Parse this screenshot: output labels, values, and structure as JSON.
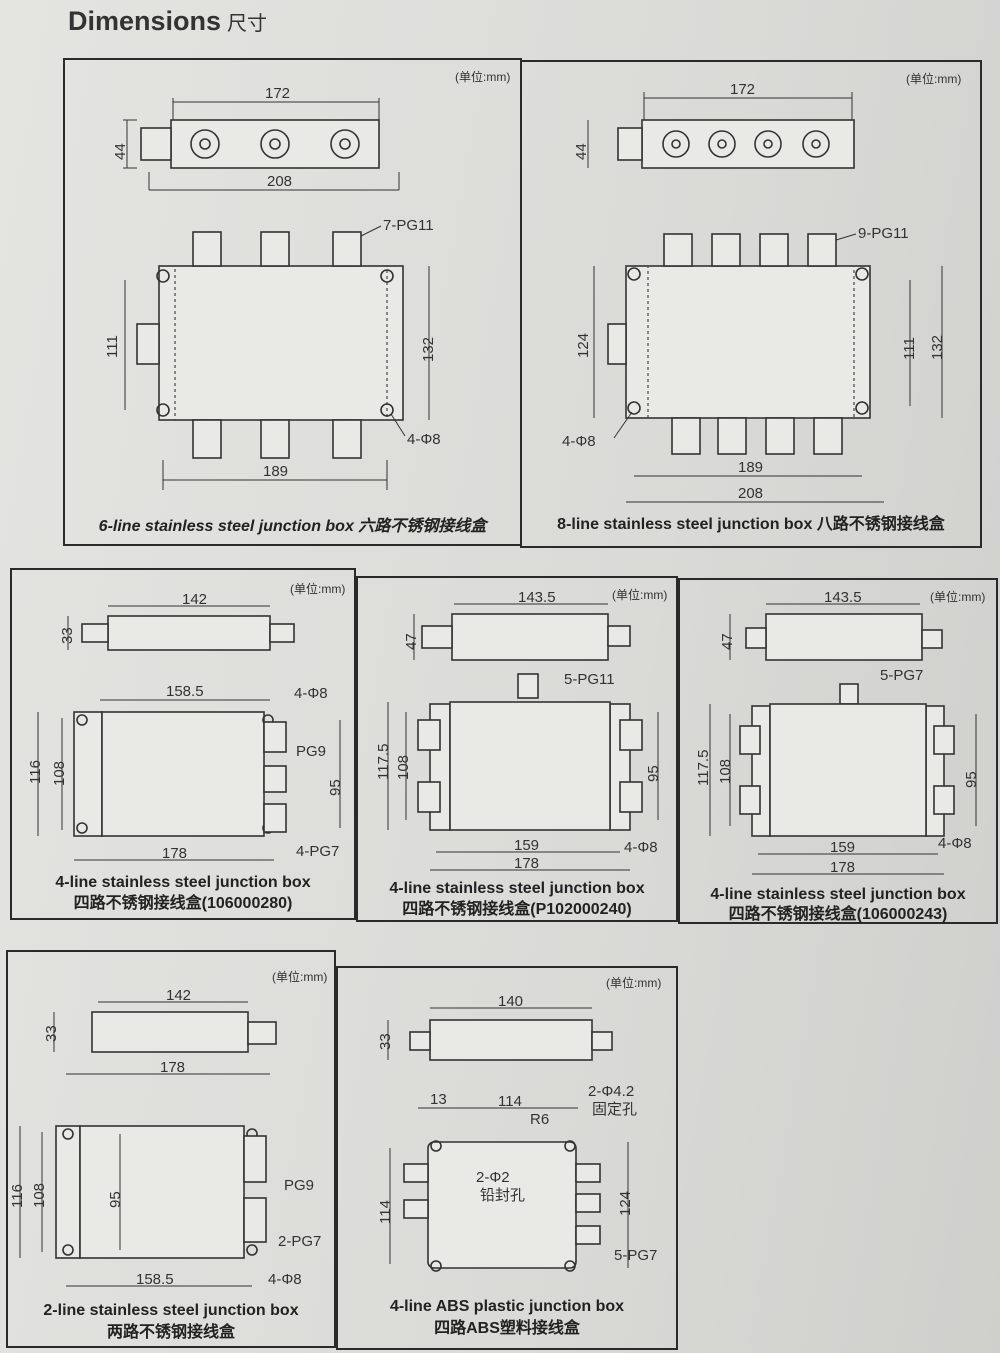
{
  "header": {
    "title": "Dimensions",
    "title_zh": "尺寸"
  },
  "unit_label": "(单位:mm)",
  "panels": {
    "six_line": {
      "caption": "6-line stainless steel junction box 六路不锈钢接线盒",
      "dims": {
        "top_length": "172",
        "total_length": "208",
        "height": "44",
        "gland": "7-PG11",
        "inner_h": "111",
        "outer_h": "132",
        "holes": "4-Φ8",
        "hole_span": "189"
      }
    },
    "eight_line": {
      "caption": "8-line stainless steel junction box 八路不锈钢接线盒",
      "dims": {
        "top_length": "172",
        "height": "44",
        "gland": "9-PG11",
        "left_h": "124",
        "inner_h": "111",
        "outer_h": "132",
        "holes": "4-Φ8",
        "hole_span": "189",
        "total_length": "208"
      }
    },
    "four_line_280": {
      "caption_en": "4-line stainless steel junction box",
      "caption_zh": "四路不锈钢接线盒(106000280)",
      "dims": {
        "top_length": "142",
        "height": "33",
        "width": "158.5",
        "holes": "4-Φ8",
        "outer_h": "116",
        "inner_h": "108",
        "gland_a": "PG9",
        "span_h": "95",
        "gland_b": "4-PG7",
        "bottom": "178"
      }
    },
    "four_line_240": {
      "caption_en": "4-line stainless steel junction box",
      "caption_zh": "四路不锈钢接线盒(P102000240)",
      "dims": {
        "top_length": "143.5",
        "height": "47",
        "gland": "5-PG11",
        "outer_h": "117.5",
        "inner_h": "108",
        "span_h": "95",
        "inner_w": "159",
        "holes": "4-Φ8",
        "bottom": "178"
      }
    },
    "four_line_243": {
      "caption_en": "4-line stainless steel junction box",
      "caption_zh": "四路不锈钢接线盒(106000243)",
      "dims": {
        "top_length": "143.5",
        "height": "47",
        "gland": "5-PG7",
        "outer_h": "117.5",
        "inner_h": "108",
        "span_h": "95",
        "inner_w": "159",
        "holes": "4-Φ8",
        "bottom": "178"
      }
    },
    "two_line": {
      "caption_en": "2-line stainless steel junction box",
      "caption_zh": "两路不锈钢接线盒",
      "dims": {
        "top_length": "142",
        "height": "33",
        "bottom": "178",
        "outer_h": "116",
        "inner_h": "108",
        "span_h": "95",
        "gland_a": "PG9",
        "gland_b": "2-PG7",
        "width": "158.5",
        "holes": "4-Φ8"
      }
    },
    "abs_plastic": {
      "caption_en": "4-line ABS plastic junction box",
      "caption_zh": "四路ABS塑料接线盒",
      "dims": {
        "top_length": "140",
        "height": "33",
        "offset": "13",
        "span": "114",
        "fix_holes": "2-Φ4.2",
        "fix_label": "固定孔",
        "radius": "R6",
        "seal_holes": "2-Φ2",
        "seal_label": "铅封孔",
        "left_h": "114",
        "right_h": "124",
        "gland": "5-PG7"
      }
    }
  }
}
